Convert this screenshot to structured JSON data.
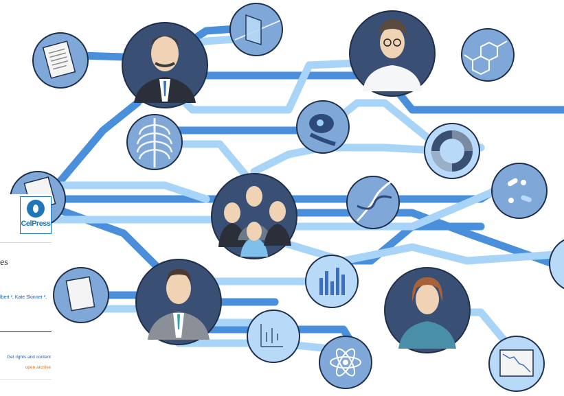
{
  "publisher": {
    "logo_text": "CelPress",
    "brand_color": "#1f77b8"
  },
  "article": {
    "title_fragment": "es",
    "authors_fragment": "lbert ², Kate Skinner ²,",
    "rights_link": "Get rights and content",
    "open_archive": "open archive"
  },
  "illustration": {
    "subject": "timeline metro-map illustration",
    "colors": {
      "line_dark": "#4a8fdc",
      "line_light": "#a8d4f7",
      "circle_fill": "#3a4f74",
      "circle_light_fill": "#7fa8d8",
      "outline": "#1f2f4a"
    },
    "nodes": [
      {
        "name": "document-icon"
      },
      {
        "name": "portrait-bearded-scientist"
      },
      {
        "name": "prism-icon"
      },
      {
        "name": "portrait-woman-glasses"
      },
      {
        "name": "molecule-icon"
      },
      {
        "name": "ribcage-icon"
      },
      {
        "name": "cell-icon"
      },
      {
        "name": "donut-chart-icon"
      },
      {
        "name": "document-icon-2"
      },
      {
        "name": "portrait-group-four"
      },
      {
        "name": "dna-icon"
      },
      {
        "name": "pills-icon"
      },
      {
        "name": "document-icon-3"
      },
      {
        "name": "portrait-man-suit"
      },
      {
        "name": "bar-chart-icon"
      },
      {
        "name": "portrait-woman"
      },
      {
        "name": "scatter-3d-icon"
      },
      {
        "name": "atom-icon"
      },
      {
        "name": "scatter-decline-icon"
      },
      {
        "name": "partial-node-right"
      }
    ]
  }
}
